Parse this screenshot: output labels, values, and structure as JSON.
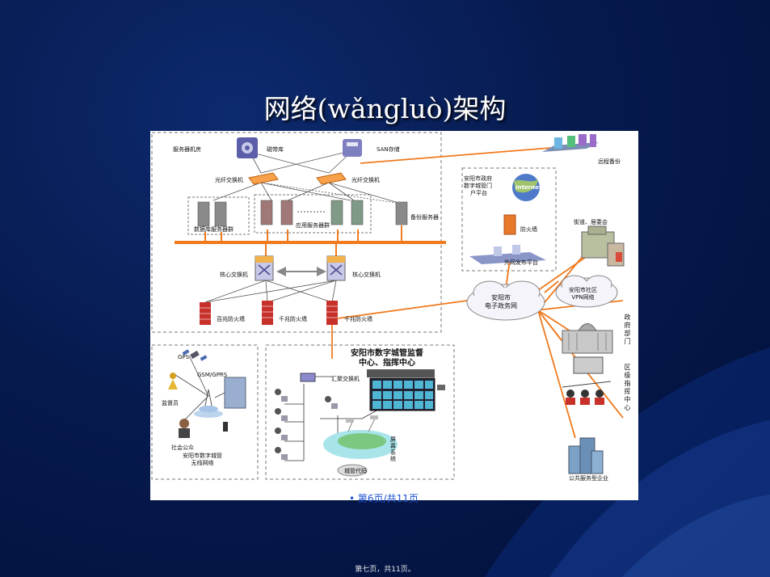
{
  "slide": {
    "title": "网络(wǎngluò)架构",
    "footer_note": "• 第6页/共11页",
    "page_number": "第七页，共11页。"
  },
  "diagram": {
    "server_room": {
      "title": "服务器机房",
      "tape_library": "磁带库",
      "san_storage": "SAN存储",
      "fc_switch_left": "光纤交换机",
      "fc_switch_right": "光纤交换机",
      "db_server_group": "数据库服务器群",
      "app_server_group": "应用服务器群",
      "backup_server": "备份服务器",
      "core_switch_left": "核心交换机",
      "core_switch_right": "核心交换机",
      "firewall_1": "百兆防火墙",
      "firewall_2": "千兆防火墙",
      "firewall_3": "千兆防火墙"
    },
    "remote_backup": "远程备份",
    "portal": {
      "title_line1": "安阳市政府",
      "title_line2": "数字城管门",
      "title_line3": "户平台",
      "internet": "Internet",
      "firewall": "防火墙",
      "publish_platform": "外网发布平台"
    },
    "egov_cloud_line1": "安阳市",
    "egov_cloud_line2": "电子政务网",
    "vpn_cloud_line1": "安阳市社区",
    "vpn_cloud_line2": "VPN网络",
    "street_committee": "街道、居委会",
    "gov_dept": "政府部门",
    "district_center": "区级指挥中心",
    "public_enterprise": "公共服务型企业",
    "wireless": {
      "gps": "GPS",
      "gsm": "GSM/GPRS",
      "supervisor": "监督员",
      "public": "社会公众",
      "net_line1": "安阳市数字城管",
      "net_line2": "无线网络"
    },
    "command_center": {
      "title_line1": "安阳市数字城管监督",
      "title_line2": "中心、指挥中心",
      "aggregation_switch": "汇聚交换机",
      "big_screen": "屏幕系统",
      "city_gis": "城管代码"
    }
  },
  "colors": {
    "background": "#061a4e",
    "bus_orange": "#f07a1e",
    "link_orange": "#f07a1e",
    "firewall_red": "#c8302a",
    "footer_blue": "#1a4fd0"
  }
}
